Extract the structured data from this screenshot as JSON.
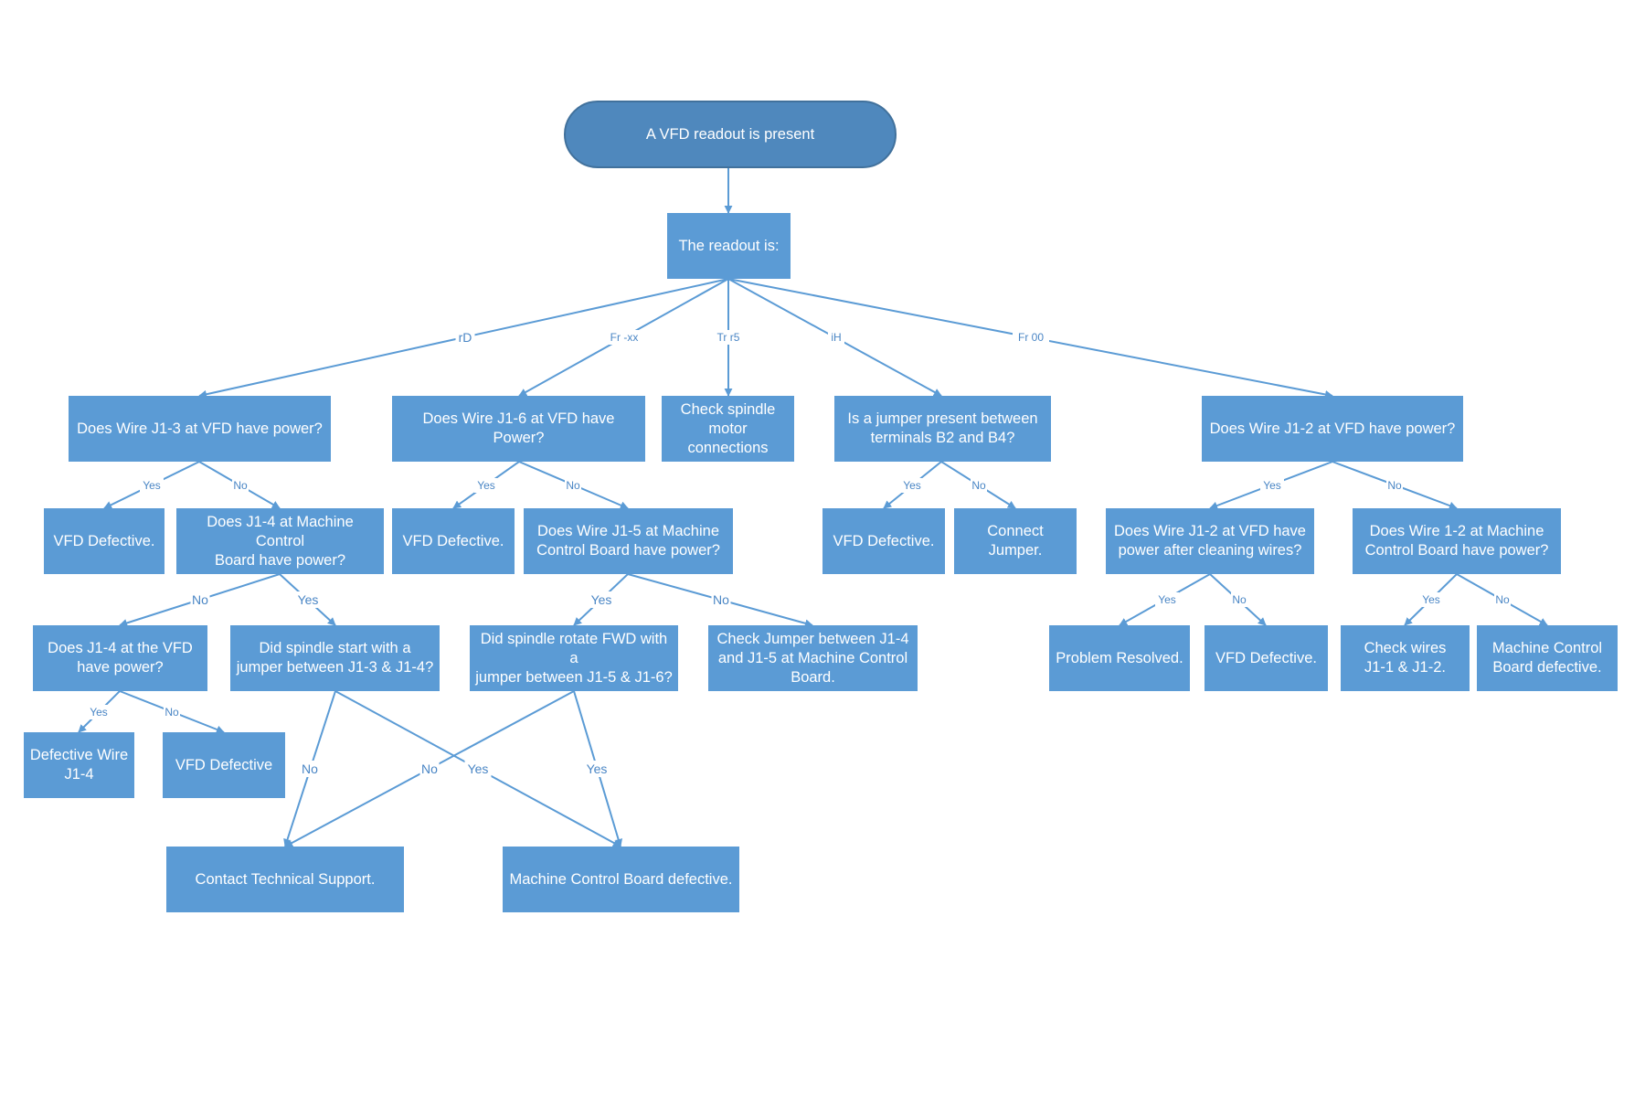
{
  "nodes": {
    "start": "A VFD readout is present",
    "readout": "The readout is:",
    "q_j13": "Does Wire J1-3 at VFD have power?",
    "q_j16": "Does Wire J1-6 at VFD have Power?",
    "check_spindle": "Check spindle\nmotor connections",
    "q_jumper_b2b4": "Is a jumper present between\nterminals B2 and B4?",
    "q_j12": "Does Wire  J1-2 at VFD have power?",
    "vfd_def_1": "VFD Defective.",
    "q_j14_mcb": "Does J1-4 at Machine Control\nBoard have power?",
    "vfd_def_2": "VFD Defective.",
    "q_j15_mcb": "Does Wire J1-5 at Machine\nControl Board have power?",
    "vfd_def_3": "VFD Defective.",
    "connect_jumper": "Connect Jumper.",
    "q_j12_clean": "Does Wire J1-2 at VFD have\npower after cleaning wires?",
    "q_12_mcb": "Does Wire 1-2 at Machine\nControl Board have power?",
    "q_j14_vfd": "Does J1-4 at the VFD\nhave power?",
    "q_spindle_start": "Did spindle start with a\njumper between  J1-3 & J1-4?",
    "q_spindle_fwd": "Did spindle rotate FWD with a\njumper between  J1-5 & J1-6?",
    "check_jumper_j14_j15": "Check Jumper between J1-4\nand J1-5 at Machine Control\nBoard.",
    "problem_resolved": "Problem Resolved.",
    "vfd_def_4": "VFD Defective.",
    "check_wires": "Check wires\nJ1-1 & J1-2.",
    "mcb_def_1": "Machine Control\nBoard defective.",
    "defective_wire_j14": "Defective Wire\nJ1-4",
    "vfd_def_5": "VFD Defective",
    "contact_support": "Contact Technical Support.",
    "mcb_def_2": "Machine Control Board defective."
  },
  "edge_labels": {
    "rd": "rD",
    "fr_xx": "Fr -xx",
    "tr_r5": "Tr r5",
    "ih": "iH",
    "fr_00": "Fr 00",
    "yes": "Yes",
    "no": "No"
  },
  "colors": {
    "box": "#5b9bd5",
    "start_fill": "#4f88bd",
    "start_border": "#41719c",
    "line": "#5b9bd5",
    "label": "#4a86c5"
  }
}
